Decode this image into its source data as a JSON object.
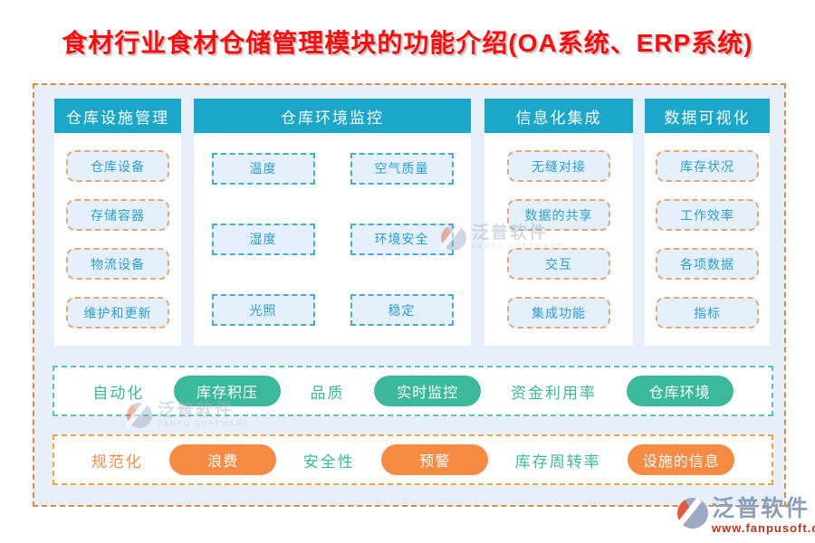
{
  "title": "食材行业食材仓储管理模块的功能介绍(OA系统、ERP系统)",
  "columns": [
    {
      "header": "仓库设施管理",
      "items": [
        "仓库设备",
        "存储容器",
        "物流设备",
        "维护和更新"
      ]
    },
    {
      "header": "仓库环境监控",
      "items": [
        "温度",
        "空气质量",
        "湿度",
        "环境安全",
        "光照",
        "稳定"
      ]
    },
    {
      "header": "信息化集成",
      "items": [
        "无缝对接",
        "数据的共享",
        "交互",
        "集成功能"
      ]
    },
    {
      "header": "数据可视化",
      "items": [
        "库存状况",
        "工作效率",
        "各项数据",
        "指标"
      ]
    }
  ],
  "bottom_rows": [
    {
      "label1": "自动化",
      "pill1": "库存积压",
      "label2": "品质",
      "pill2": "实时监控",
      "label3": "资金利用率",
      "pill3": "仓库环境"
    },
    {
      "label1": "规范化",
      "pill1": "浪费",
      "label2": "安全性",
      "pill2": "预警",
      "label3": "库存周转率",
      "pill3": "设施的信息"
    }
  ],
  "watermark": {
    "name": "泛普软件",
    "subname": "FANPU SOFTWARE"
  },
  "footer_logo": {
    "name": "泛普软件",
    "url": "www.fanpusoft.com"
  },
  "colors": {
    "title_red": "#fe0b0b",
    "header_teal": "#1ba7ca",
    "item_text_blue": "#2d9ed6",
    "item_fill": "#e4f1fc",
    "orange_dash": "#e8a673",
    "blue_dash": "#45acda",
    "green_accent": "#3bb99b",
    "orange_accent": "#f88b44",
    "container_fill": "#e7f0fa",
    "logo_gray_blue": "#8c9eb9",
    "logo_url_red": "#c5301e"
  }
}
